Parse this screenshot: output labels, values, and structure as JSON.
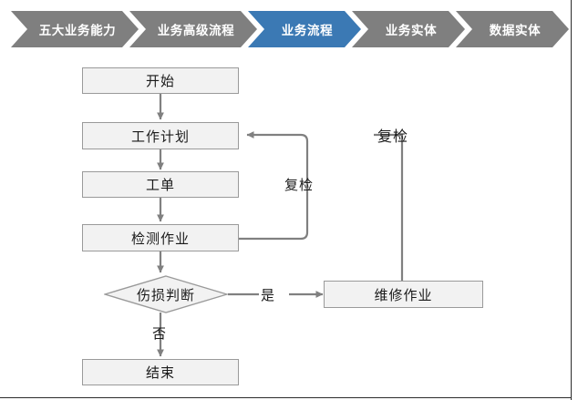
{
  "breadcrumb": {
    "active_index": 2,
    "colors": {
      "inactive": "#7f7f7f",
      "active": "#3b79b4",
      "text": "#ffffff"
    },
    "items": [
      {
        "label": "五大业务能力"
      },
      {
        "label": "业务高级流程"
      },
      {
        "label": "业务流程"
      },
      {
        "label": "业务实体"
      },
      {
        "label": "数据实体"
      }
    ]
  },
  "flow": {
    "colors": {
      "node_fill": "#f2f2f2",
      "node_border": "#9a9a9a",
      "connector": "#808080",
      "text": "#1a1a1a"
    },
    "nodes": [
      {
        "id": "start",
        "label": "开始"
      },
      {
        "id": "workplan",
        "label": "工作计划"
      },
      {
        "id": "workorder",
        "label": "工单"
      },
      {
        "id": "inspect",
        "label": "检测作业"
      },
      {
        "id": "decision",
        "label": "伤损判断"
      },
      {
        "id": "repair",
        "label": "维修作业"
      },
      {
        "id": "end",
        "label": "结束"
      }
    ],
    "edge_labels": [
      {
        "id": "recheck-inner",
        "label": "复检"
      },
      {
        "id": "recheck-outer",
        "label": "复检"
      },
      {
        "id": "yes",
        "label": "是"
      },
      {
        "id": "no",
        "label": "否"
      }
    ]
  }
}
